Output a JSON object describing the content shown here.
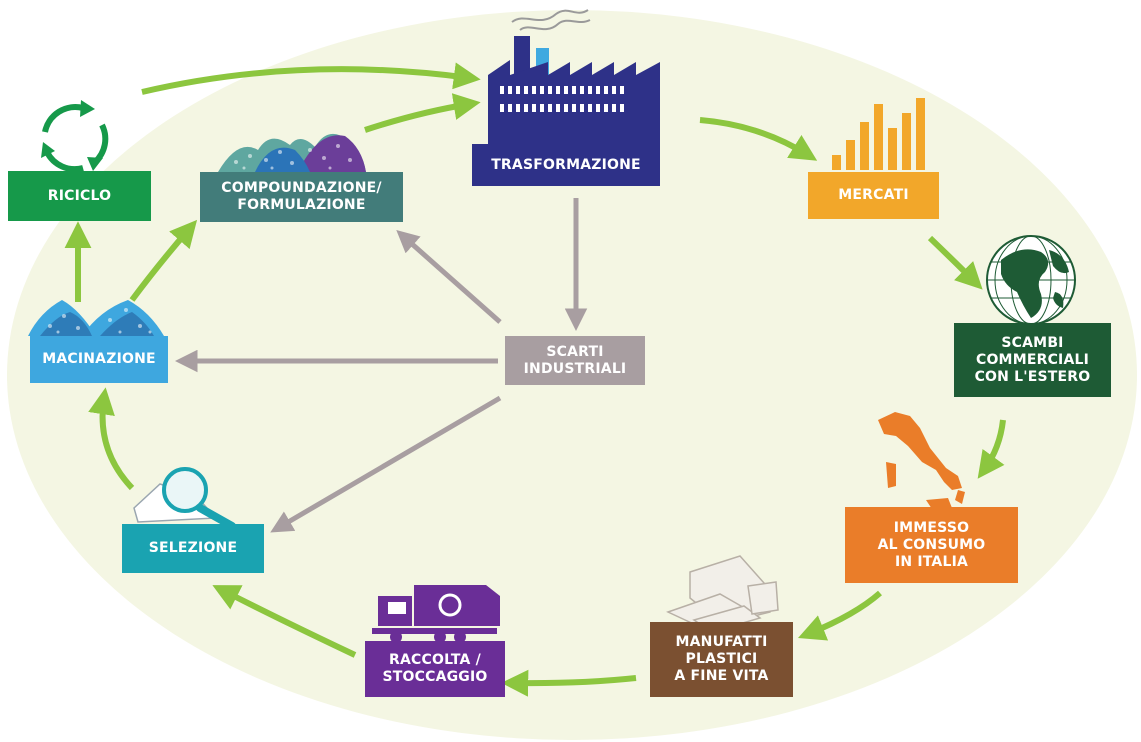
{
  "colors": {
    "background_ellipse": "#f4f6e3",
    "flow_arrow": "#8cc63f",
    "waste_arrow": "#a89ea1"
  },
  "nodes": {
    "riciclo": {
      "lines": [
        "RICICLO"
      ],
      "color": "#16994a",
      "icon": "recycle-arrows-icon"
    },
    "compoundazione": {
      "lines": [
        "COMPOUNDAZIONE/",
        "FORMULAZIONE"
      ],
      "color": "#427c7a",
      "icon": "plastic-granules-icon"
    },
    "trasformazione": {
      "lines": [
        "TRASFORMAZIONE"
      ],
      "color": "#2e3188",
      "icon": "factory-icon"
    },
    "mercati": {
      "lines": [
        "MERCATI"
      ],
      "color": "#f2a72a",
      "icon": "bar-chart-icon"
    },
    "scambi": {
      "lines": [
        "SCAMBI",
        "COMMERCIALI",
        "CON L'ESTERO"
      ],
      "color": "#1e5b35",
      "icon": "globe-icon"
    },
    "immesso": {
      "lines": [
        "IMMESSO",
        "AL CONSUMO",
        "IN ITALIA"
      ],
      "color": "#ea7d29",
      "icon": "italy-map-icon"
    },
    "manufatti": {
      "lines": [
        "MANUFATTI",
        "PLASTICI",
        "A FINE VITA"
      ],
      "color": "#7b5031",
      "icon": "plastic-containers-icon"
    },
    "raccolta": {
      "lines": [
        "RACCOLTA /",
        "STOCCAGGIO"
      ],
      "color": "#6a2e97",
      "icon": "garbage-truck-icon"
    },
    "selezione": {
      "lines": [
        "SELEZIONE"
      ],
      "color": "#1aa3b1",
      "icon": "magnifying-glass-icon"
    },
    "macinazione": {
      "lines": [
        "MACINAZIONE"
      ],
      "color": "#3ea7df",
      "icon": "ground-flakes-icon"
    },
    "scarti": {
      "lines": [
        "SCARTI",
        "INDUSTRIALI"
      ],
      "color": "#a89ea1",
      "icon": ""
    }
  },
  "edges": [
    {
      "from": "riciclo",
      "to": "trasformazione",
      "kind": "flow"
    },
    {
      "from": "compoundazione",
      "to": "trasformazione",
      "kind": "flow"
    },
    {
      "from": "trasformazione",
      "to": "mercati",
      "kind": "flow"
    },
    {
      "from": "mercati",
      "to": "scambi",
      "kind": "flow"
    },
    {
      "from": "scambi",
      "to": "immesso",
      "kind": "flow"
    },
    {
      "from": "immesso",
      "to": "manufatti",
      "kind": "flow"
    },
    {
      "from": "manufatti",
      "to": "raccolta",
      "kind": "flow"
    },
    {
      "from": "raccolta",
      "to": "selezione",
      "kind": "flow"
    },
    {
      "from": "selezione",
      "to": "macinazione",
      "kind": "flow"
    },
    {
      "from": "macinazione",
      "to": "riciclo",
      "kind": "flow"
    },
    {
      "from": "macinazione",
      "to": "compoundazione",
      "kind": "flow"
    },
    {
      "from": "trasformazione",
      "to": "scarti",
      "kind": "waste"
    },
    {
      "from": "scarti",
      "to": "compoundazione",
      "kind": "waste"
    },
    {
      "from": "scarti",
      "to": "macinazione",
      "kind": "waste"
    },
    {
      "from": "scarti",
      "to": "selezione",
      "kind": "waste"
    }
  ]
}
